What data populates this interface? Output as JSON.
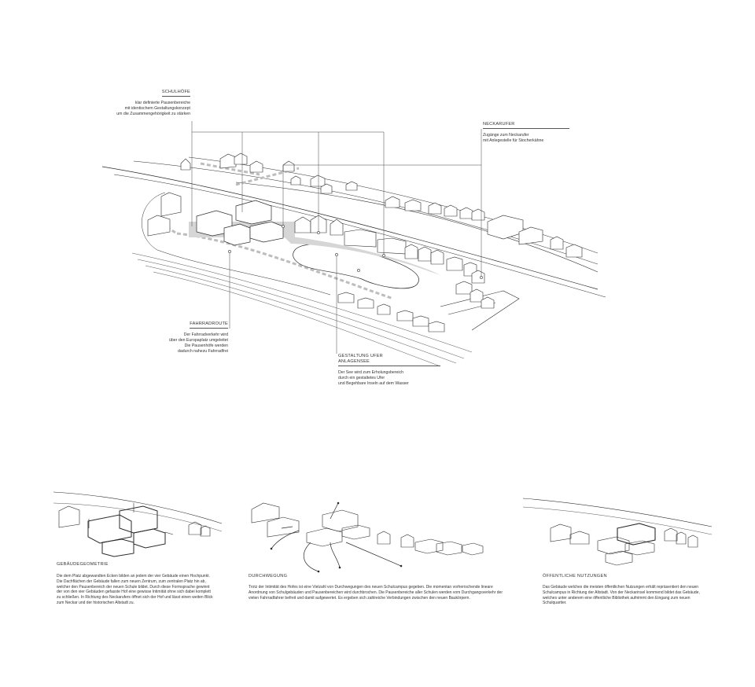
{
  "annotations": {
    "schulhofe": {
      "title": "SCHULHÖFE",
      "text": "klar definierte Pausenbereiche\nmit identischem Gestaltungskonzept\num die Zusammengehörigkeit zu stärken"
    },
    "neckarufer": {
      "title": "NECKARUFER",
      "text": "Zugänge zum Neckarufer\nmit Anlegestelle für Stocherkähne"
    },
    "fahrradroute": {
      "title": "FAHRRADROUTE",
      "text": "Der Fahrradverkehr wird\nüber den Europaplatz umgeleitet\nDie Pausenhöfe werden\ndadurch nahezu Fahrradfrei"
    },
    "anlagensee": {
      "title": "GESTALTUNG UFER\nANLAGENSEE",
      "text": "Der See wird zum Erholungsbereich\ndurch ein gestaltetes Ufer\nund Begehbare Inseln auf dem Wasser"
    }
  },
  "panels": [
    {
      "title": "GEBÄUDEGEOMETRIE",
      "text": "Die dem Platz abgewandten Ecken bilden an jedem der vier Gebäude einen Hochpunkt. Die Dachflächen der Gebäude fallen zum neuen Zentrum, zum zentralen Platz hin ab, welcher den Pausenbereich der neuen Schule bildet. Durch diese Formsprache gewinnt der von den vier Gebäuden gefasste Hof eine gewisse Intimität ohne sich dabei komplett zu schließen. In Richtung des Neckarufers öffnet sich der Hof und lässt einen weiten Blick zum Neckar und der historischen Altstadt zu."
    },
    {
      "title": "DURCHWEGUNG",
      "text": "Trotz der Intimität des Hofes ist eine Vielzahl von Durchwegungen des neuen Schulcampus gegeben. Die momentan vorherrschende lineare Anordnung von Schulgebäuden und Pausenbereichen wird durchbrochen. Die Pausenbereiche aller Schulen werden vom Durchgangsverkehr der vielen Fahrradfahrer befreit und damit aufgewertet. Es ergeben sich zahlreiche Verbindungen zwischen den neuen Baukörpern."
    },
    {
      "title": "ÖFFENTLICHE NUTZUNGEN",
      "text": "Das Gebäude welches die meisten öffentlichen Nutzungen erhält repräsentiert den neuen Schulcampus in Richtung der Altstadt. Von der Neckarinsel kommend bildet das Gebäude, welches unter anderem eine öffentliche Bibliothek aufnimmt den Eingang zum neuen Schulquartier."
    }
  ],
  "colors": {
    "ink": "#2a2a2a",
    "pond": "#d6d6d6",
    "dash": "#bdbdbd"
  }
}
